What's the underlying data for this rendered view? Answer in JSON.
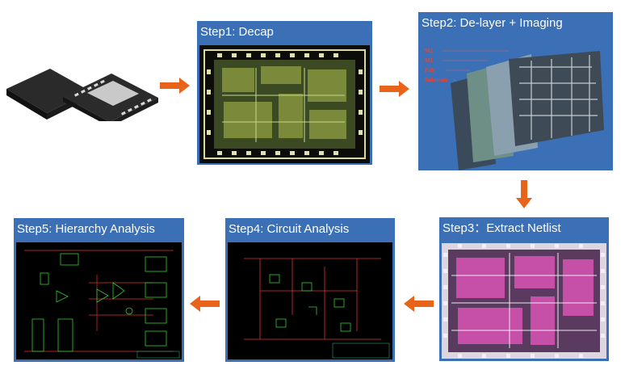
{
  "steps": {
    "step1": {
      "title": "Step1: Decap"
    },
    "step2": {
      "title": "Step2: De-layer + Imaging",
      "layer_labels": [
        "M2",
        "M1",
        "Poly",
        "Substrate"
      ]
    },
    "step3": {
      "title": "Step3：Extract Netlist"
    },
    "step4": {
      "title": "Step4: Circuit Analysis"
    },
    "step5": {
      "title": "Step5: Hierarchy Analysis"
    }
  },
  "colors": {
    "panel_blue": "#3b6fb6",
    "arrow_orange": "#e8641b",
    "schematic_bg": "#000000"
  },
  "icons": [
    "chip-package-icon",
    "arrow-right-icon",
    "arrow-down-icon",
    "arrow-left-icon"
  ]
}
